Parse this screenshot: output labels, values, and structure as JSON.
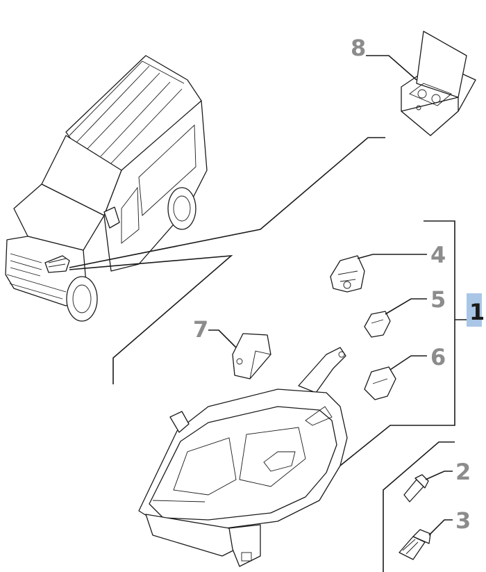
{
  "callouts": [
    {
      "id": "1",
      "label": "1",
      "highlighted": true
    },
    {
      "id": "2",
      "label": "2",
      "highlighted": false
    },
    {
      "id": "3",
      "label": "3",
      "highlighted": false
    },
    {
      "id": "4",
      "label": "4",
      "highlighted": false
    },
    {
      "id": "5",
      "label": "5",
      "highlighted": false
    },
    {
      "id": "6",
      "label": "6",
      "highlighted": false
    },
    {
      "id": "7",
      "label": "7",
      "highlighted": false
    },
    {
      "id": "8",
      "label": "8",
      "highlighted": false
    }
  ],
  "colors": {
    "callout_text": "#8c8c8c",
    "highlight_bg": "#a9c6e6",
    "line": "#1a1a1a",
    "background": "#ffffff"
  }
}
